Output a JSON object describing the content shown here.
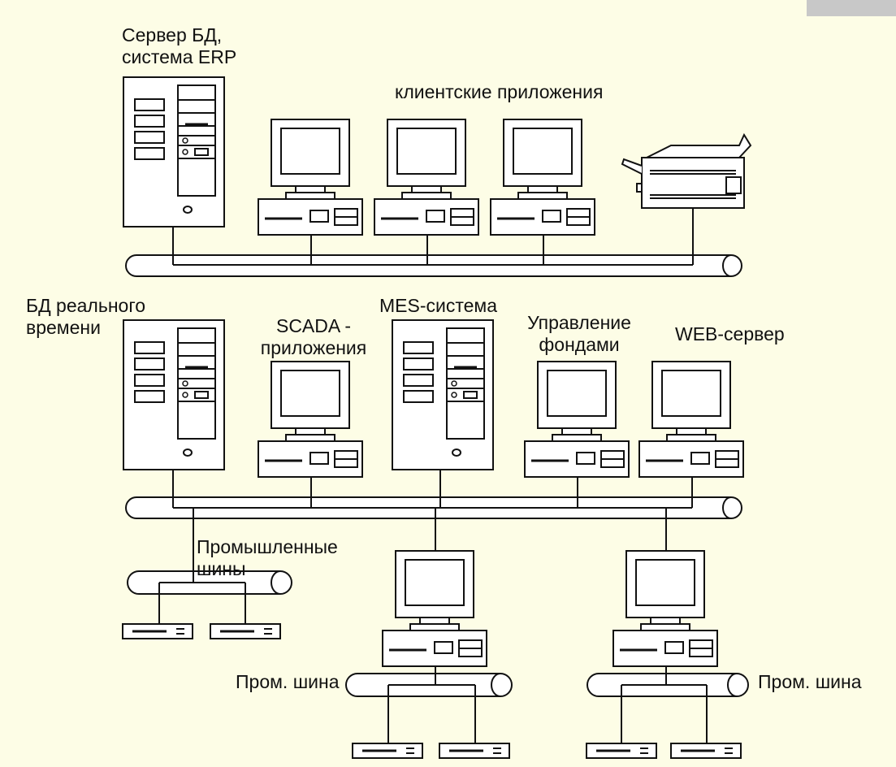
{
  "labels": {
    "erp_server": [
      "Сервер БД,",
      "система ERP"
    ],
    "client_apps": "клиентские приложения",
    "realtime_db": [
      "БД реального",
      "времени"
    ],
    "scada": [
      "SCADA -",
      "приложения"
    ],
    "mes": "MES-система",
    "asset_mgmt": [
      "Управление",
      "фондами"
    ],
    "web_server": "WEB-сервер",
    "industrial_buses": [
      "Промышленные",
      "шины"
    ],
    "fieldbus_left": "Пром. шина",
    "fieldbus_right": "Пром. шина"
  },
  "colors": {
    "background": "#fdfde6",
    "ink": "#111111",
    "equipment_fill": "#ffffff",
    "corner_tab": "#c8c8c8"
  }
}
